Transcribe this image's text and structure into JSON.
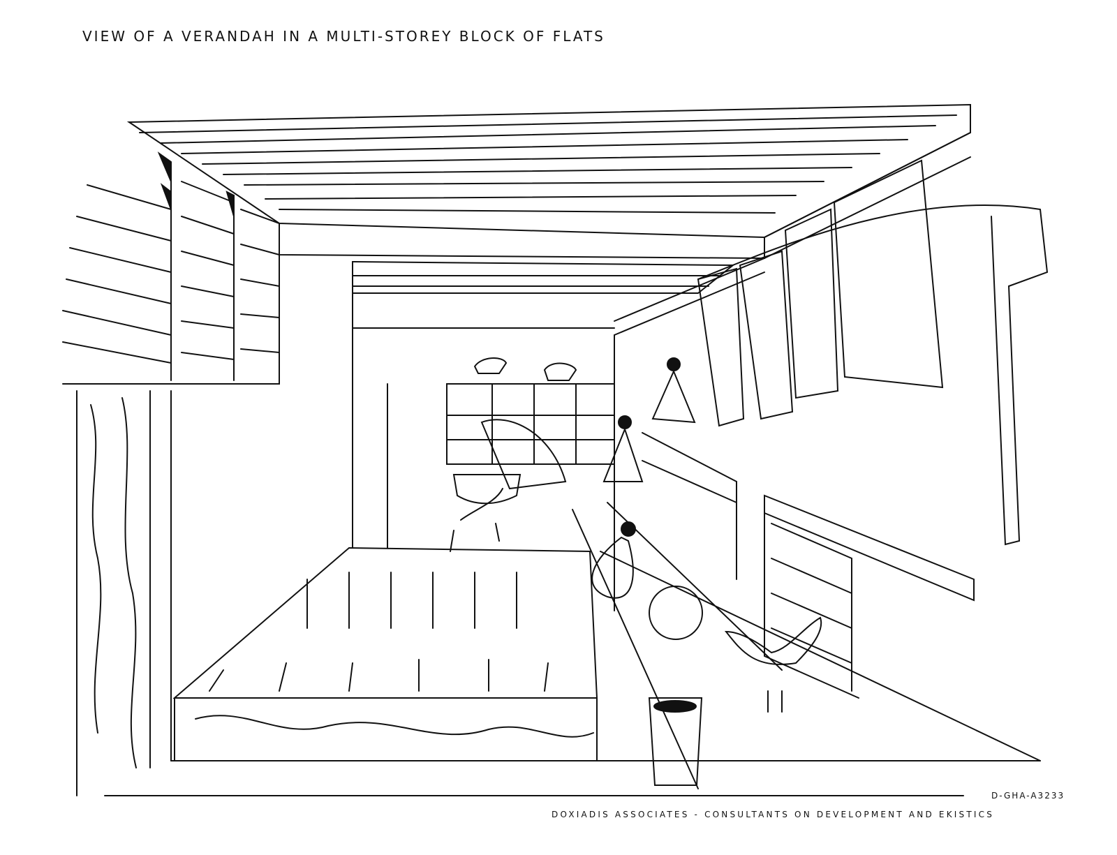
{
  "title": "VIEW OF A VERANDAH IN A MULTI-STOREY BLOCK OF FLATS",
  "drawing_number": "D-GHA-A3233",
  "credit": "DOXIADIS ASSOCIATES - CONSULTANTS ON DEVELOPMENT AND EKISTICS"
}
